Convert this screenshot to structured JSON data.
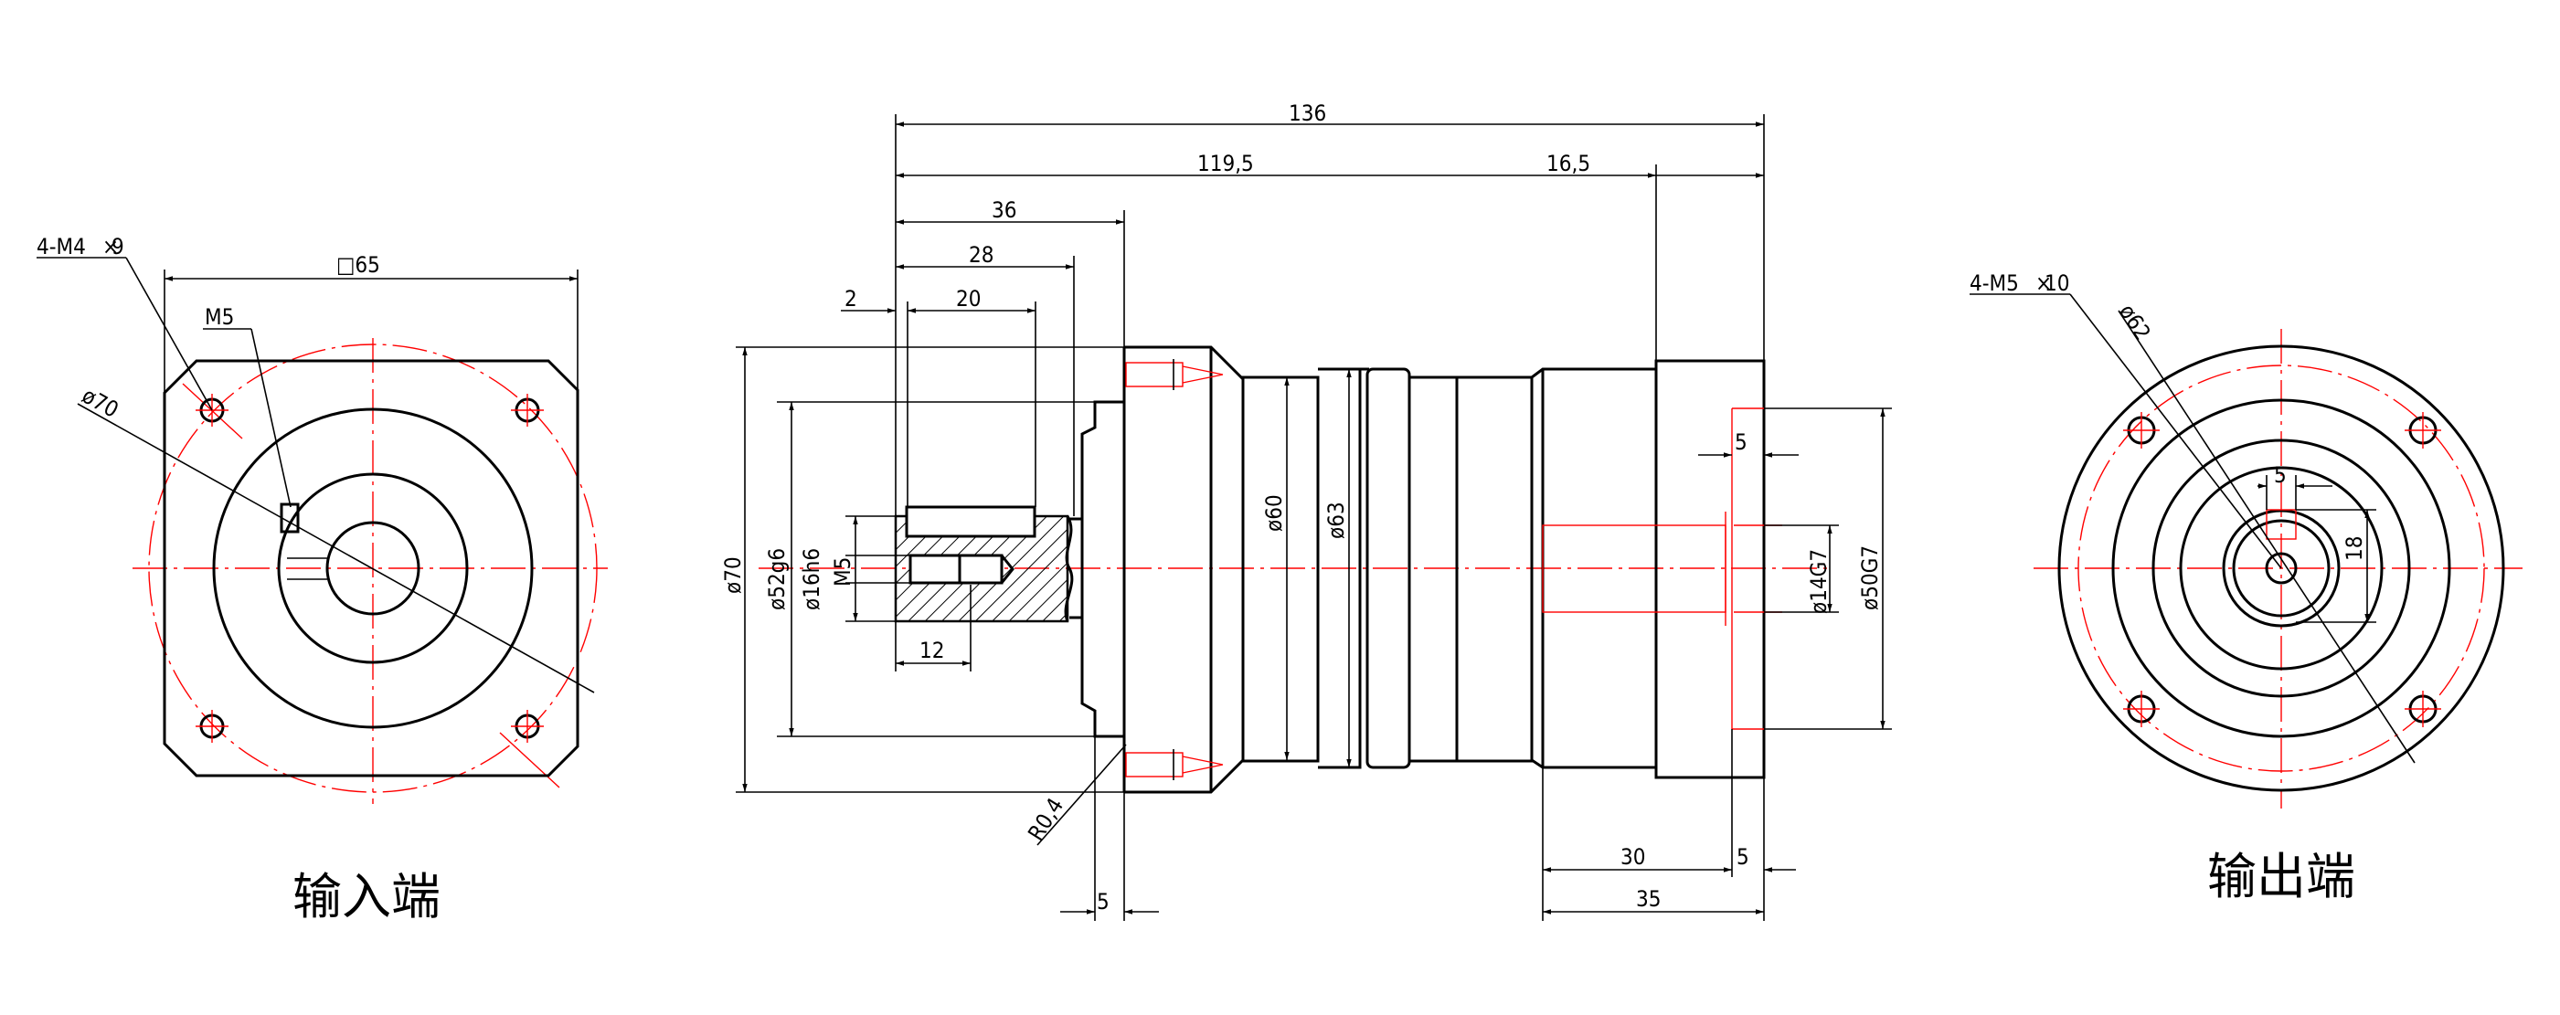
{
  "captions": {
    "input_end": "输入端",
    "output_end": "输出端"
  },
  "input_view": {
    "thread_callout": "4-M4",
    "thread_depth": "9",
    "square": "□65",
    "m5": "M5",
    "pcd": "ø70"
  },
  "side_view": {
    "len_136": "136",
    "len_119_5": "119,5",
    "len_16_5": "16,5",
    "len_36": "36",
    "len_28": "28",
    "len_2": "2",
    "len_20": "20",
    "len_12": "12",
    "d_70": "ø70",
    "d_52g6": "ø52g6",
    "d_16h6": "ø16h6",
    "m5": "M5",
    "d_60": "ø60",
    "d_63": "ø63",
    "d_14g7": "ø14G7",
    "d_50g7": "ø50G7",
    "r04": "R0,4",
    "len_5_bottom": "5",
    "len_5_key": "5",
    "len_5_flange": "5",
    "len_30": "30",
    "len_35": "35"
  },
  "output_view": {
    "thread_callout": "4-M5",
    "thread_depth": "10",
    "pcd": "ø62",
    "key_width": "5",
    "key_height": "18"
  }
}
